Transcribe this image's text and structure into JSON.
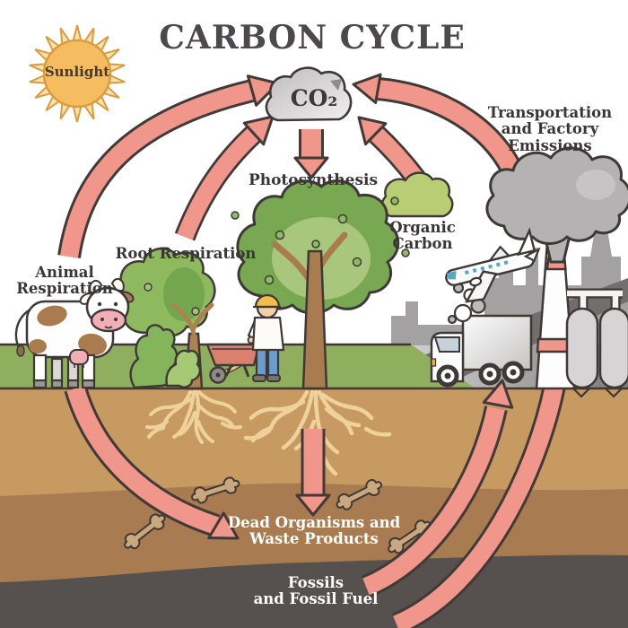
{
  "title": "CARBON CYCLE",
  "labels": {
    "sunlight": "Sunlight",
    "co2": "CO₂",
    "photosynthesis": "Photosynthesis",
    "organic_carbon": "Organic\nCarbon",
    "transport_emissions": "Transportation\nand Factory\nEmissions",
    "animal_respiration": "Animal\nRespiration",
    "root_respiration": "Root Respiration",
    "dead_organisms": "Dead Organisms and\nWaste Products",
    "fossils": "Fossils\nand Fossil Fuel"
  },
  "colors": {
    "arrow_fill": "#F0968A",
    "outline": "#3E3937",
    "title_text": "#4D484B",
    "label_text": "#3A3536",
    "white_text": "#FFFFFF",
    "sun_core": "#F6BD60",
    "sun_rays": "#FBE3AE",
    "grass": "#8FAF5E",
    "soil_top": "#C79A62",
    "soil_mid": "#A87C50",
    "soil_deep": "#56504E",
    "roots": "#EFD29B",
    "co2_cloud": "#D9D7D8",
    "smoke_cloud": "#B4B2B3",
    "organic_cloud": "#B9CD74",
    "pavement": "#ABA8A7"
  }
}
